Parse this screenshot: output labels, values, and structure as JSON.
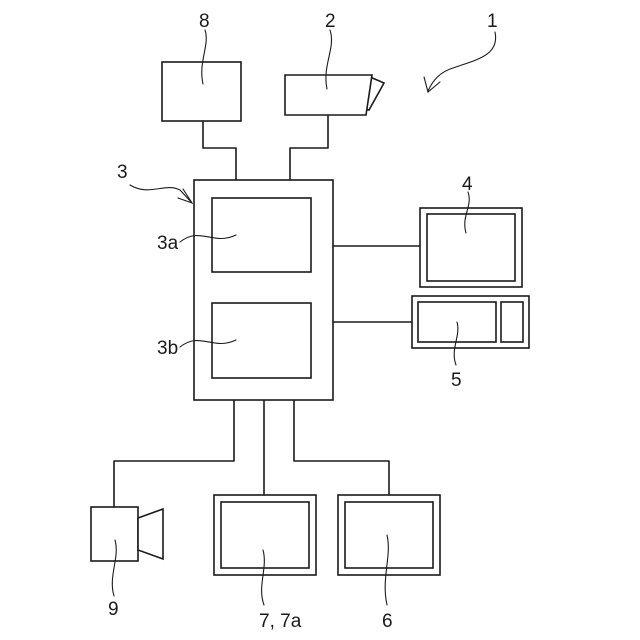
{
  "labels": {
    "system": "1",
    "camera": "2",
    "controller": "3",
    "unit_a": "3a",
    "unit_b": "3b",
    "monitor": "4",
    "input_device": "5",
    "display_6": "6",
    "display_7": "7, 7a",
    "device_8": "8",
    "video_camera": "9"
  },
  "colors": {
    "stroke": "#1a1a1a",
    "background": "#ffffff"
  }
}
